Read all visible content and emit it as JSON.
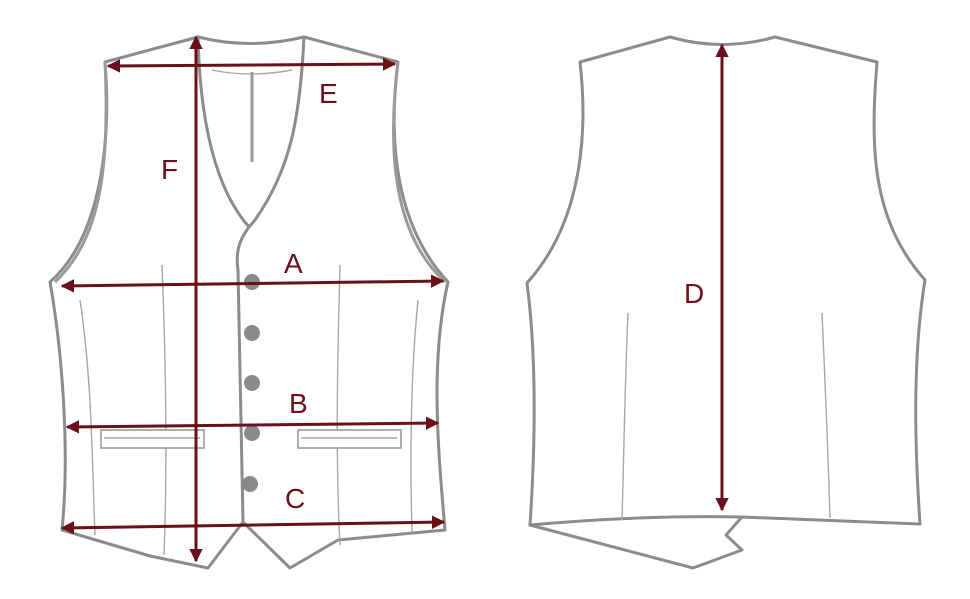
{
  "labels": {
    "A": "A",
    "B": "B",
    "C": "C",
    "D": "D",
    "E": "E",
    "F": "F"
  },
  "colors": {
    "measure": "#6b0f18",
    "outline": "#8c8c8c",
    "button": "#8a8a8a"
  }
}
